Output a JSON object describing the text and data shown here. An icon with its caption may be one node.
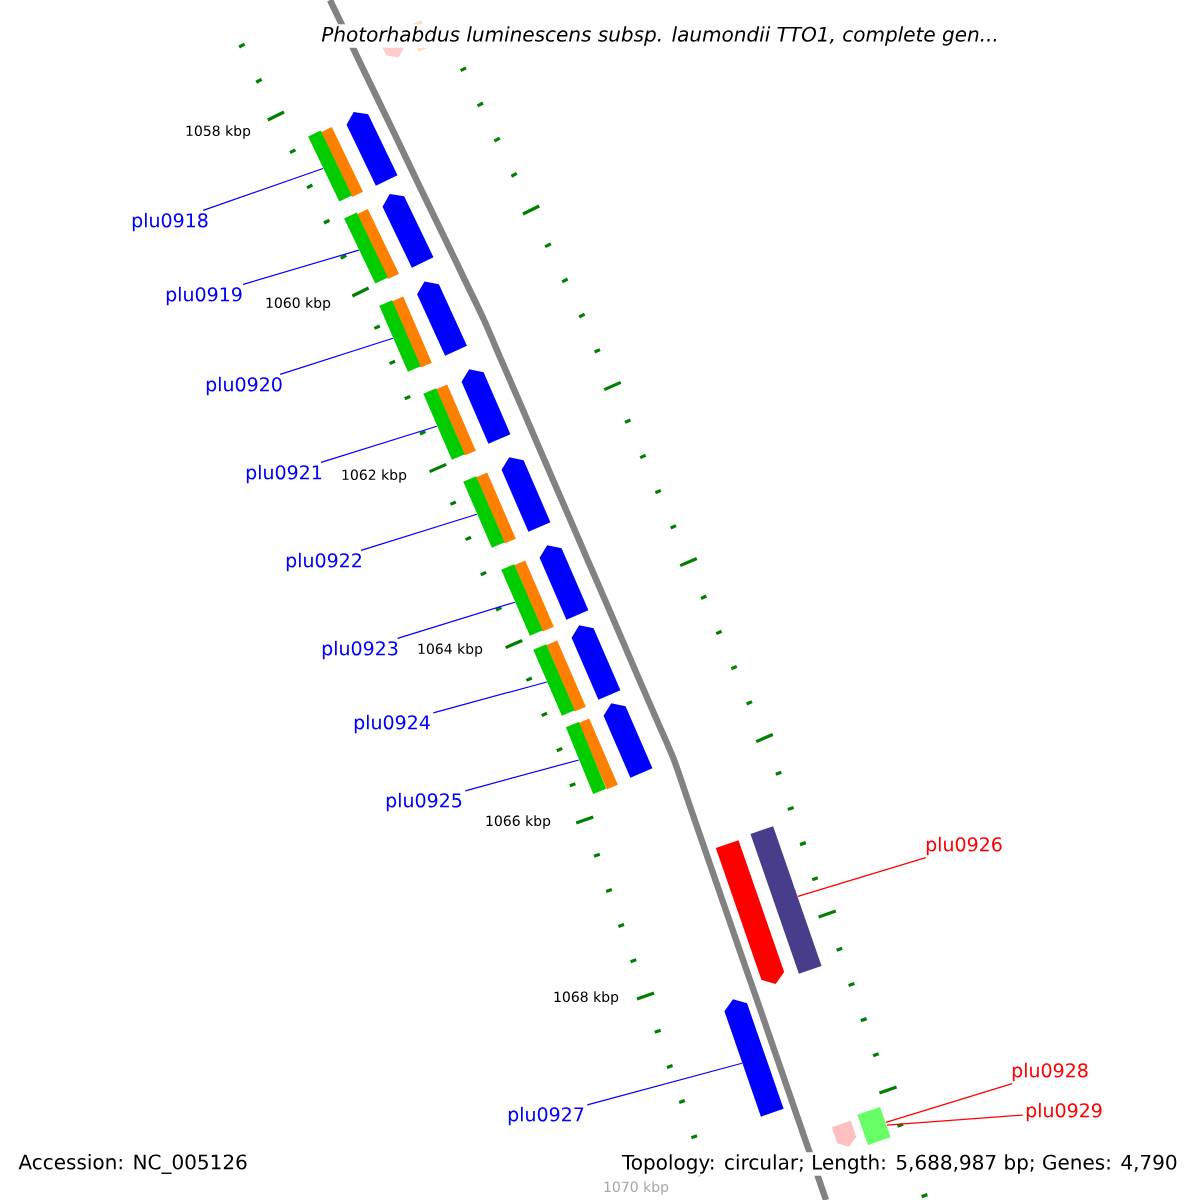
{
  "diagram": {
    "title": "Photorhabdus luminescens subsp. laumondii TTO1, complete gen...",
    "nodes": [
      {
        "text": [
          "plu0918"
        ]
      },
      {
        "text": [
          "plu0919"
        ]
      },
      {
        "text": [
          "plu0920"
        ]
      },
      {
        "text": [
          "plu0921"
        ]
      },
      {
        "text": [
          "plu0922"
        ]
      },
      {
        "text": [
          "plu0923"
        ]
      },
      {
        "text": [
          "plu0924"
        ]
      },
      {
        "text": [
          "plu0925"
        ]
      },
      {
        "text": [
          "plu0926"
        ]
      },
      {
        "text": [
          "plu0927"
        ]
      },
      {
        "text": [
          "plu0928"
        ]
      },
      {
        "text": [
          "plu0929"
        ]
      },
      {
        "text": [],
        "shape": "bar"
      },
      {
        "text": [],
        "shape": "bar"
      },
      {
        "text": [],
        "shape": "bar"
      },
      {
        "text": [],
        "shape": "bar"
      },
      {
        "text": [],
        "shape": "bar"
      },
      {
        "text": [],
        "shape": "bar"
      },
      {
        "text": [],
        "shape": "bar"
      },
      {
        "text": [],
        "shape": "bar"
      },
      {
        "text": [],
        "shape": "bar"
      },
      {
        "text": [],
        "shape": "arrow"
      },
      {
        "text": [],
        "shape": "bar"
      }
    ],
    "edges": [
      {
        "from": 0,
        "to": 12,
        "arrow": "none"
      },
      {
        "from": 1,
        "to": 13,
        "arrow": "none"
      },
      {
        "from": 2,
        "to": 14,
        "arrow": "none"
      },
      {
        "from": 3,
        "to": 15,
        "arrow": "none"
      },
      {
        "from": 4,
        "to": 16,
        "arrow": "none"
      },
      {
        "from": 5,
        "to": 17,
        "arrow": "none"
      },
      {
        "from": 6,
        "to": 18,
        "arrow": "none"
      },
      {
        "from": 7,
        "to": 19,
        "arrow": "none"
      },
      {
        "from": 8,
        "to": 20,
        "arrow": "none",
        "color": "#ff0000"
      },
      {
        "from": 9,
        "to": 21,
        "arrow": "none"
      },
      {
        "from": 10,
        "to": 22,
        "arrow": "none",
        "color": "#ff0000"
      },
      {
        "from": 11,
        "to": 22,
        "arrow": "none",
        "color": "#ff0000"
      }
    ],
    "labels": [
      "1058 kbp",
      "1060 kbp",
      "1062 kbp",
      "1064 kbp",
      "1066 kbp",
      "1068 kbp",
      "1070 kbp",
      "Accession: NC_005126",
      "Topology: circular; Length: 5,688,987 bp; Genes: 4,790"
    ]
  }
}
